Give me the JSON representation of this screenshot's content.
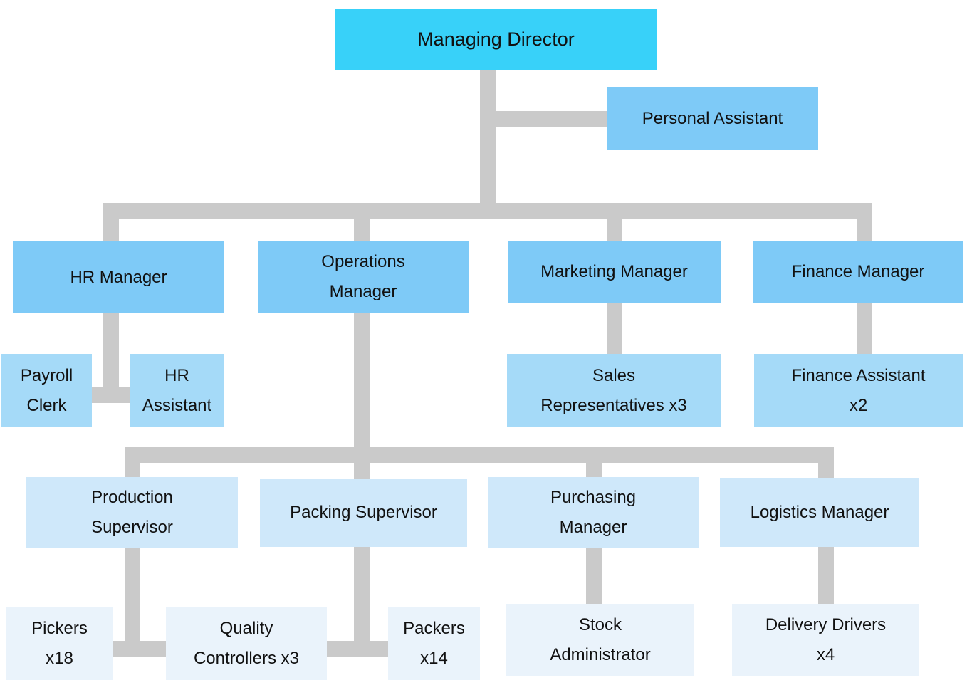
{
  "diagram": {
    "type": "org-chart",
    "background": "#ffffff"
  },
  "colors": {
    "tier1_fill": "#38d1f9",
    "tier2_fill": "#7ecaf7",
    "tier3_fill": "#a5daf8",
    "tier4_fill": "#cfe8fa",
    "tier5_fill": "#eaf3fb",
    "connector": "#cacaca",
    "text": "#111111"
  },
  "nodes": {
    "managing_director": {
      "label": "Managing Director",
      "tier": 1
    },
    "personal_assistant": {
      "label": "Personal Assistant",
      "tier": 2
    },
    "hr_manager": {
      "label": "HR Manager",
      "tier": 2
    },
    "operations_manager": {
      "label": "Operations\nManager",
      "tier": 2
    },
    "marketing_manager": {
      "label": "Marketing Manager",
      "tier": 2
    },
    "finance_manager": {
      "label": "Finance Manager",
      "tier": 2
    },
    "payroll_clerk": {
      "label": "Payroll\nClerk",
      "tier": 3
    },
    "hr_assistant": {
      "label": "HR\nAssistant",
      "tier": 3
    },
    "sales_representatives": {
      "label": "Sales\nRepresentatives x3",
      "tier": 3
    },
    "finance_assistant": {
      "label": "Finance Assistant\nx2",
      "tier": 3
    },
    "production_supervisor": {
      "label": "Production\nSupervisor",
      "tier": 4
    },
    "packing_supervisor": {
      "label": "Packing Supervisor",
      "tier": 4
    },
    "purchasing_manager": {
      "label": "Purchasing\nManager",
      "tier": 4
    },
    "logistics_manager": {
      "label": "Logistics Manager",
      "tier": 4
    },
    "pickers": {
      "label": "Pickers\nx18",
      "tier": 5
    },
    "quality_controllers": {
      "label": "Quality\nControllers x3",
      "tier": 5
    },
    "packers": {
      "label": "Packers\nx14",
      "tier": 5
    },
    "stock_administrator": {
      "label": "Stock\nAdministrator",
      "tier": 5
    },
    "delivery_drivers": {
      "label": "Delivery Drivers\nx4",
      "tier": 5
    }
  },
  "edges": [
    {
      "from": "managing_director",
      "to": "personal_assistant"
    },
    {
      "from": "managing_director",
      "to": "hr_manager"
    },
    {
      "from": "managing_director",
      "to": "operations_manager"
    },
    {
      "from": "managing_director",
      "to": "marketing_manager"
    },
    {
      "from": "managing_director",
      "to": "finance_manager"
    },
    {
      "from": "hr_manager",
      "to": "payroll_clerk"
    },
    {
      "from": "hr_manager",
      "to": "hr_assistant"
    },
    {
      "from": "marketing_manager",
      "to": "sales_representatives"
    },
    {
      "from": "finance_manager",
      "to": "finance_assistant"
    },
    {
      "from": "operations_manager",
      "to": "production_supervisor"
    },
    {
      "from": "operations_manager",
      "to": "packing_supervisor"
    },
    {
      "from": "operations_manager",
      "to": "purchasing_manager"
    },
    {
      "from": "operations_manager",
      "to": "logistics_manager"
    },
    {
      "from": "production_supervisor",
      "to": "pickers"
    },
    {
      "from": "production_supervisor",
      "to": "quality_controllers"
    },
    {
      "from": "packing_supervisor",
      "to": "quality_controllers"
    },
    {
      "from": "packing_supervisor",
      "to": "packers"
    },
    {
      "from": "purchasing_manager",
      "to": "stock_administrator"
    },
    {
      "from": "logistics_manager",
      "to": "delivery_drivers"
    }
  ]
}
